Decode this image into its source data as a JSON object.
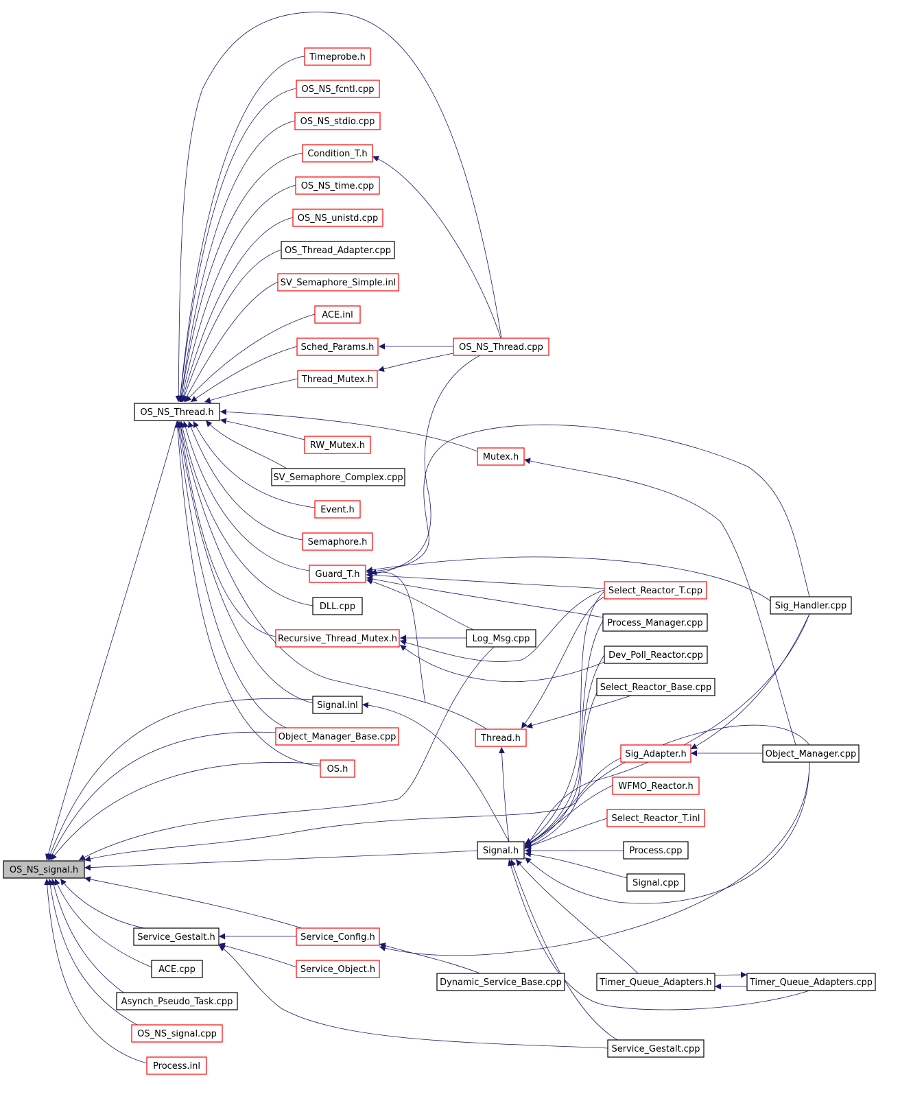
{
  "diagram": {
    "colors": {
      "edge": "#191970",
      "arrowhead": "#191970",
      "node_border_default": "#000000",
      "node_border_incomplete": "#ff0000",
      "root_fill": "#bfbfbf"
    },
    "nodes": {
      "root": "OS_NS_signal.h",
      "timeprobe": "Timeprobe.h",
      "fcntl": "OS_NS_fcntl.cpp",
      "stdio": "OS_NS_stdio.cpp",
      "condT": "Condition_T.h",
      "time": "OS_NS_time.cpp",
      "unistd": "OS_NS_unistd.cpp",
      "threadAdapter": "OS_Thread_Adapter.cpp",
      "svSimple": "SV_Semaphore_Simple.inl",
      "aceInl": "ACE.inl",
      "sched": "Sched_Params.h",
      "threadMutex": "Thread_Mutex.h",
      "osThreadCpp": "OS_NS_Thread.cpp",
      "osThreadH": "OS_NS_Thread.h",
      "rwMutex": "RW_Mutex.h",
      "mutexH": "Mutex.h",
      "svComplex": "SV_Semaphore_Complex.cpp",
      "eventH": "Event.h",
      "semaphore": "Semaphore.h",
      "guardT": "Guard_T.h",
      "dllCpp": "DLL.cpp",
      "selReactT": "Select_Reactor_T.cpp",
      "sigHandler": "Sig_Handler.cpp",
      "procMgr": "Process_Manager.cpp",
      "recMutex": "Recursive_Thread_Mutex.h",
      "logMsg": "Log_Msg.cpp",
      "devPoll": "Dev_Poll_Reactor.cpp",
      "selBase": "Select_Reactor_Base.cpp",
      "signalInl": "Signal.inl",
      "objMgrBase": "Object_Manager_Base.cpp",
      "threadH": "Thread.h",
      "sigAdapter": "Sig_Adapter.h",
      "objMgrCpp": "Object_Manager.cpp",
      "osH": "OS.h",
      "wfmo": "WFMO_Reactor.h",
      "selReactTInl": "Select_Reactor_T.inl",
      "signalH": "Signal.h",
      "processCpp": "Process.cpp",
      "signalCpp": "Signal.cpp",
      "svcGestaltH": "Service_Gestalt.h",
      "svcConfig": "Service_Config.h",
      "aceCpp": "ACE.cpp",
      "svcObject": "Service_Object.h",
      "dynSvc": "Dynamic_Service_Base.cpp",
      "tqaH": "Timer_Queue_Adapters.h",
      "tqaCpp": "Timer_Queue_Adapters.cpp",
      "asynch": "Asynch_Pseudo_Task.cpp",
      "osSignalCpp": "OS_NS_signal.cpp",
      "svcGestaltCpp": "Service_Gestalt.cpp",
      "processInl": "Process.inl"
    }
  }
}
